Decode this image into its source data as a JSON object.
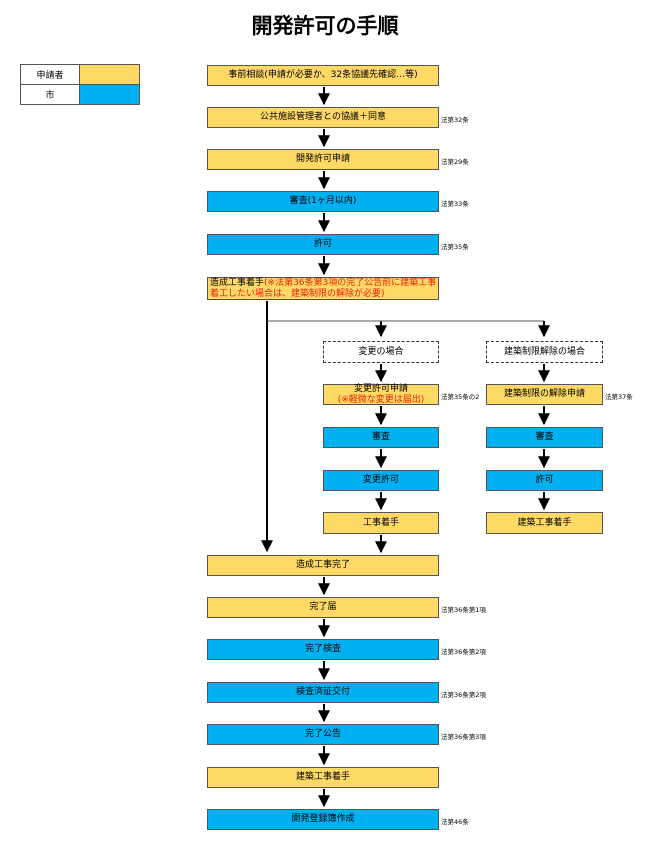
{
  "title": "開発許可の手順",
  "colors": {
    "applicant": "#ffd966",
    "city": "#00b0f0"
  },
  "legend": {
    "applicant": "申請者",
    "city": "市"
  },
  "main_steps": {
    "s1": "事前相談(申請が必要か、32条協議先確認…等)",
    "s2": "公共施設管理者との協議＋同意",
    "s3": "開発許可申請",
    "s4": "審査(1ヶ月以内)",
    "s5": "許可",
    "s6_a": "造成工事着手",
    "s6_b": "(※法第36条第3項の完了公告前に建築工事着工したい場合は、建築制限の解除が必要)",
    "s7": "造成工事完了",
    "s8": "完了届",
    "s9": "完了検査",
    "s10": "検査済証交付",
    "s11": "完了公告",
    "s12": "建築工事着手",
    "s13": "開発登録簿作成"
  },
  "change_branch": {
    "header": "変更の場合",
    "apply": "変更許可申請",
    "apply_note": "(※軽微な変更は届出)",
    "review": "審査",
    "permit": "変更許可",
    "start": "工事着手"
  },
  "release_branch": {
    "header": "建築制限解除の場合",
    "apply": "建築制限の解除申請",
    "review": "審査",
    "permit": "許可",
    "start": "建築工事着手"
  },
  "laws": {
    "s2": "法第32条",
    "s3": "法第29条",
    "s4": "法第33条",
    "s5": "法第35条",
    "change": "法第35条の2",
    "release": "法第37条",
    "s8": "法第36条第1項",
    "s9": "法第36条第2項",
    "s10": "法第36条第2項",
    "s11": "法第36条第3項",
    "s13": "法第46条"
  }
}
